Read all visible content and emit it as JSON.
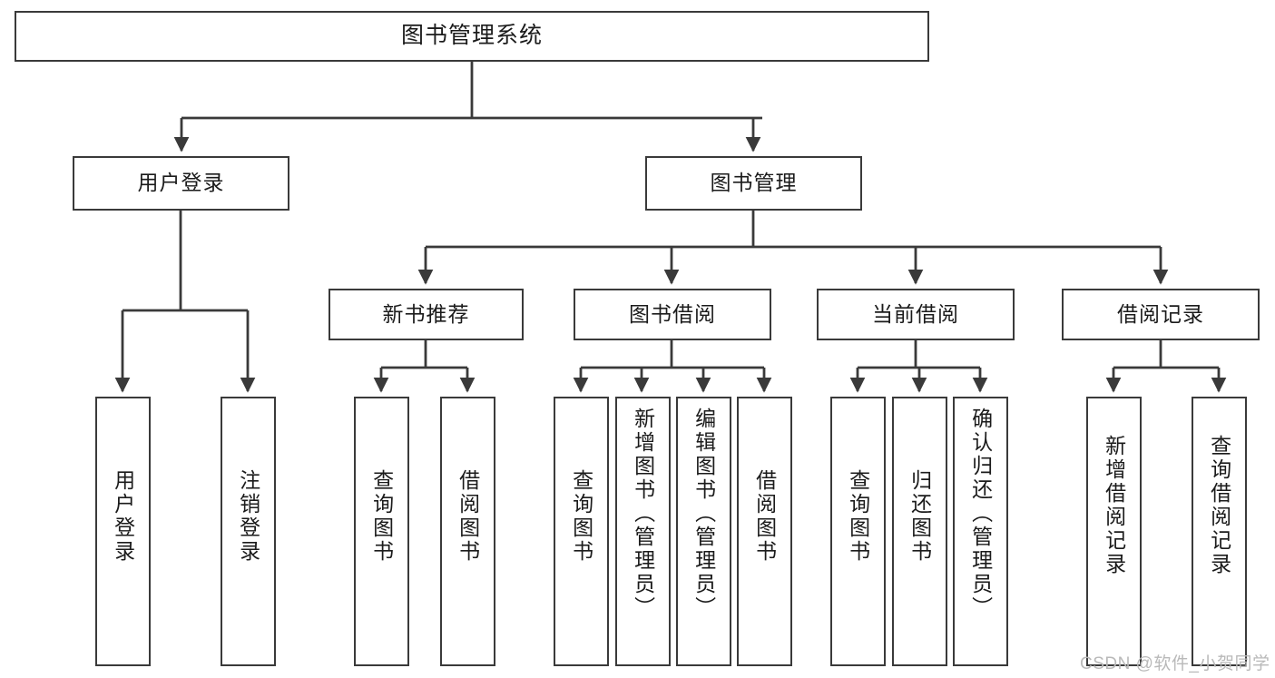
{
  "diagram": {
    "title": "图书管理系统",
    "type": "tree-hierarchy-diagram",
    "colors": {
      "box_border": "#3a3a3a",
      "box_fill": "#ffffff",
      "edge": "#3a3a3a",
      "text": "#1b1b1b",
      "watermark": "#b9b9b9",
      "background": "#ffffff"
    },
    "root": {
      "label": "图书管理系统"
    },
    "level2": [
      {
        "label": "用户登录"
      },
      {
        "label": "图书管理"
      }
    ],
    "level3": [
      {
        "label": "新书推荐"
      },
      {
        "label": "图书借阅"
      },
      {
        "label": "当前借阅"
      },
      {
        "label": "借阅记录"
      }
    ],
    "leaves": {
      "user_login": [
        {
          "label": "用户登录"
        },
        {
          "label": "注销登录"
        }
      ],
      "new_book_recommend": [
        {
          "label": "查询图书"
        },
        {
          "label": "借阅图书"
        }
      ],
      "book_borrow": [
        {
          "label": "查询图书"
        },
        {
          "label": "新增图书（管理员）"
        },
        {
          "label": "编辑图书（管理员）"
        },
        {
          "label": "借阅图书"
        }
      ],
      "current_borrow": [
        {
          "label": "查询图书"
        },
        {
          "label": "归还图书"
        },
        {
          "label": "确认归还（管理员）"
        }
      ],
      "borrow_record": [
        {
          "label": "新增借阅记录"
        },
        {
          "label": "查询借阅记录"
        }
      ]
    }
  },
  "watermark": {
    "text": "CSDN @软件_小贺同学"
  }
}
